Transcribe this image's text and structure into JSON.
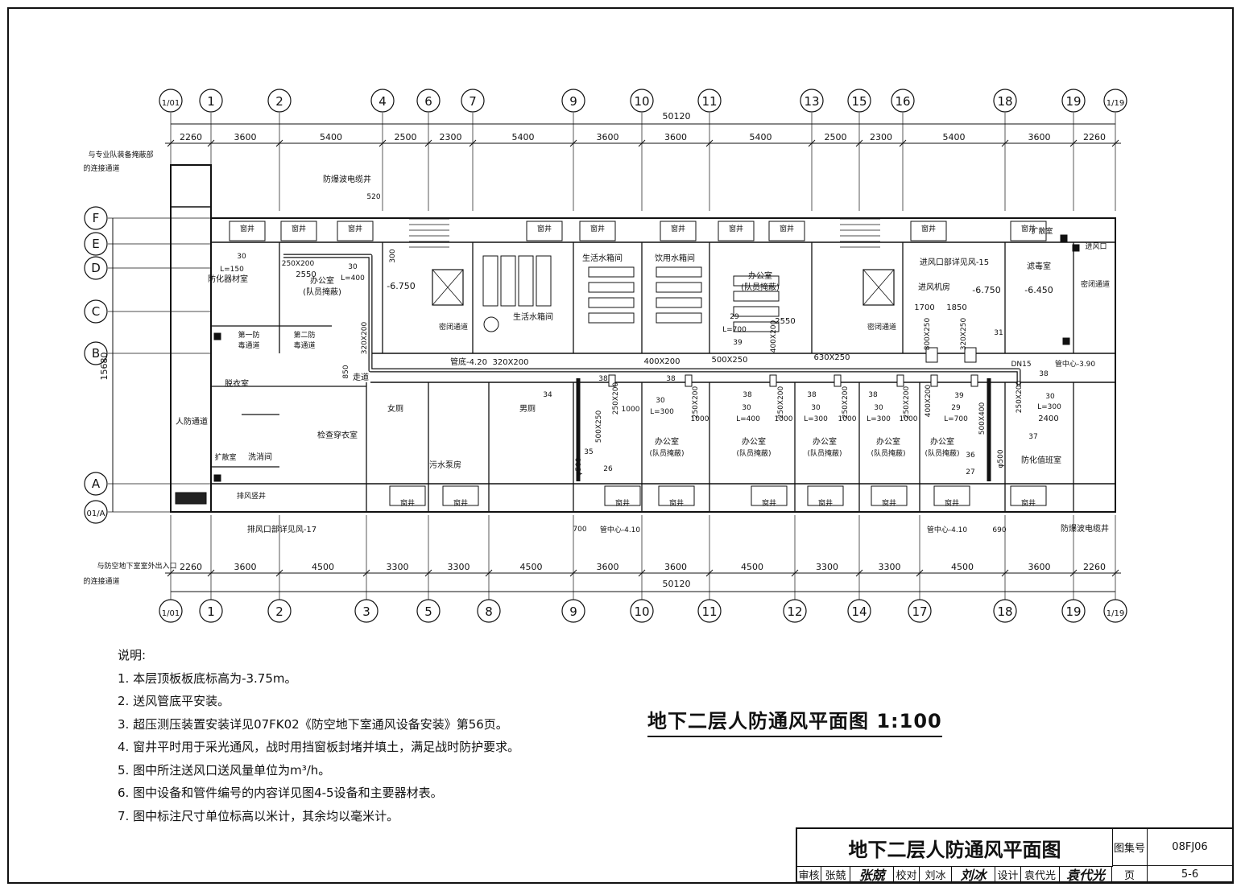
{
  "plan": {
    "top_axes": [
      "1/01",
      "1",
      "2",
      "4",
      "6",
      "7",
      "9",
      "10",
      "11",
      "13",
      "15",
      "16",
      "18",
      "19",
      "1/19"
    ],
    "bottom_axes": [
      "1/01",
      "1",
      "2",
      "3",
      "5",
      "8",
      "9",
      "10",
      "11",
      "12",
      "14",
      "17",
      "18",
      "19",
      "1/19"
    ],
    "side_axes": [
      "F",
      "E",
      "D",
      "C",
      "B",
      "A",
      "01/A"
    ],
    "top_dims": [
      "2260",
      "3600",
      "5400",
      "2500",
      "2300",
      "5400",
      "3600",
      "3600",
      "5400",
      "2500",
      "2300",
      "5400",
      "3600",
      "2260"
    ],
    "bottom_dims": [
      "2260",
      "3600",
      "4500",
      "3300",
      "3300",
      "4500",
      "3600",
      "3600",
      "4500",
      "3300",
      "3300",
      "4500",
      "3600",
      "2260"
    ],
    "total_dim": "50120",
    "side_dim": "15680",
    "rooms": {
      "anti_chem_room": "防化器材室",
      "office_a": "办公室",
      "office_a_sub": "(队员掩蔽)",
      "first_airlock": "第一防",
      "first_airlock_2": "毒通道",
      "second_airlock": "第二防",
      "second_airlock_2": "毒通道",
      "undress": "脱衣室",
      "inspect_dress": "检查穿衣室",
      "decon_passage": "人防通道",
      "expansion_a": "扩散室",
      "shower": "洗消间",
      "exhaust_shaft": "排风竖井",
      "women_wc": "女厕",
      "men_wc": "男厕",
      "sewage_pump": "污水泵房",
      "water_tank_room": "生活水箱间",
      "living_water_tank": "生活水箱间",
      "drinking_water_tank": "饮用水箱间",
      "office_top": "办公室",
      "office_top_sub": "(队员掩蔽)",
      "airtight_1": "密闭通道",
      "airtight_2": "密闭通道",
      "airtight_3": "密闭通道",
      "intake_room": "进风机房",
      "intake_detail": "进风口部详见风-15",
      "filter_room": "滤毒室",
      "expansion_b": "扩散室",
      "exhaust_detail": "排风口部详见风-17",
      "guard_room": "防化值班室",
      "corridor": "走道",
      "office_label": "办公室",
      "office_label_sub": "(队员掩蔽)"
    },
    "window_shaft": "窗井",
    "labels": {
      "connect_top_1": "与专业队装备掩蔽部",
      "connect_top_2": "的连接通道",
      "connect_bottom_1": "与防空地下室室外出入口",
      "connect_bottom_2": "的连接通道",
      "cable_shaft_top": "防爆波电缆井",
      "cable_shaft_bottom": "防爆波电缆井",
      "dim_520": "520",
      "elev_a": "-6.750",
      "elev_b": "-6.750",
      "elev_c": "-6.450",
      "duct_main_1": "管底-4.20",
      "duct_main_2": "320X200",
      "duct_400": "400X200",
      "duct_500": "500X250",
      "duct_630": "630X250",
      "duct_center_a": "管中心-4.10",
      "duct_center_b": "管中心-4.10",
      "duct_center_c": "管中心-3.90",
      "dn15": "DN15",
      "d250x200": "250X200",
      "d2550_a": "2550",
      "d2550_b": "2550",
      "d1700": "1700",
      "d1850": "1850",
      "d2400": "2400",
      "d700": "700",
      "d690": "690",
      "d1000": "1000",
      "l150": "L=150",
      "l400": "L=400",
      "l300": "L=300",
      "l700": "L=700",
      "n30": "30",
      "n38": "38",
      "n29": "29",
      "n39": "39",
      "n34": "34",
      "n35": "35",
      "n26": "26",
      "n31": "31",
      "n36": "36",
      "n27": "27",
      "n37": "37",
      "d320x200_v": "320X200",
      "d800x250": "800X250",
      "d320x250": "320X250",
      "d400x200_v": "400X200",
      "d500x400": "500X400",
      "d850": "850",
      "d300": "300",
      "phi500": "φ500"
    }
  },
  "notes": {
    "heading": "说明:",
    "items": [
      "1.  本层顶板板底标高为-3.75m。",
      "2.  送风管底平安装。",
      "3.  超压测压装置安装详见07FK02《防空地下室通风设备安装》第56页。",
      "4.  窗井平时用于采光通风，战时用挡窗板封堵并填土，满足战时防护要求。",
      "5.  图中所注送风口送风量单位为m³/h。",
      "6.  图中设备和管件编号的内容详见图4-5设备和主要器材表。",
      "7.  图中标注尺寸单位标高以米计，其余均以毫米计。"
    ]
  },
  "drawing_title": "地下二层人防通风平面图  1:100",
  "title_block": {
    "title": "地下二层人防通风平面图",
    "atlas_label": "图集号",
    "atlas_no": "08FJ06",
    "page_label": "页",
    "page_no": "5-6",
    "review_label": "审核",
    "review_name": "张兢",
    "review_sig": "张兢",
    "check_label": "校对",
    "check_name": "刘冰",
    "check_sig": "刘冰",
    "design_label": "设计",
    "design_name": "袁代光",
    "design_sig": "袁代光"
  }
}
